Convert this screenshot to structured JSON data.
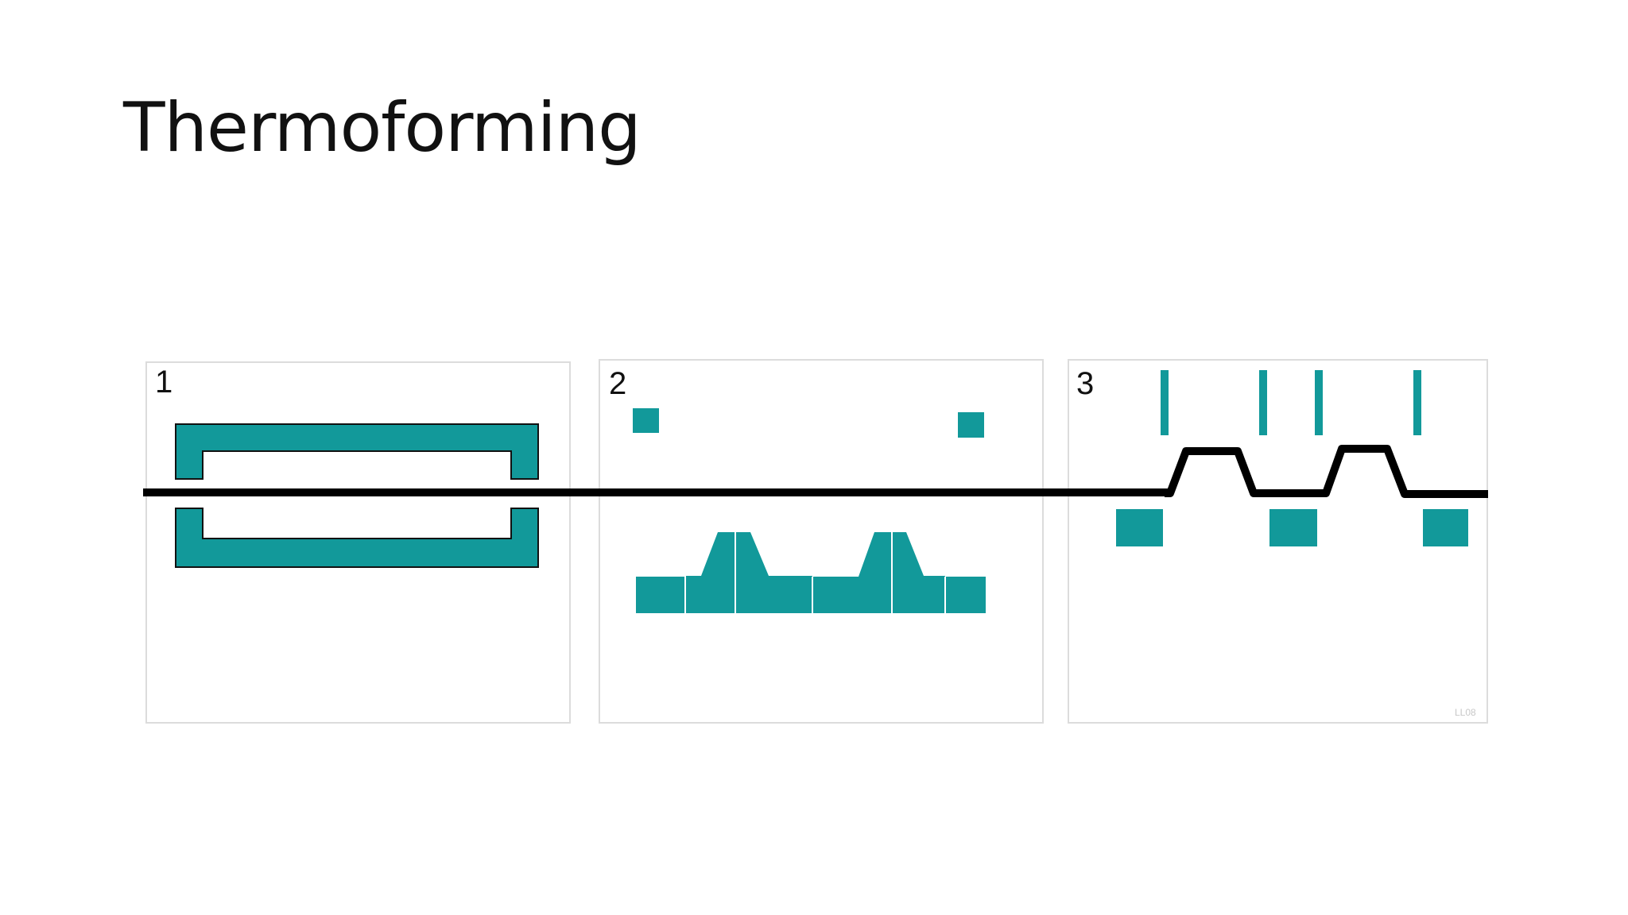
{
  "slide": {
    "title": "Thermoforming"
  },
  "panels": [
    {
      "label": "1"
    },
    {
      "label": "2"
    },
    {
      "label": "3"
    }
  ],
  "watermark": "LL08",
  "colors": {
    "mold": "#12999A",
    "sheet": "#000000",
    "heated_sheet": "#C8B400",
    "panel_border": "#D9D9D9"
  }
}
